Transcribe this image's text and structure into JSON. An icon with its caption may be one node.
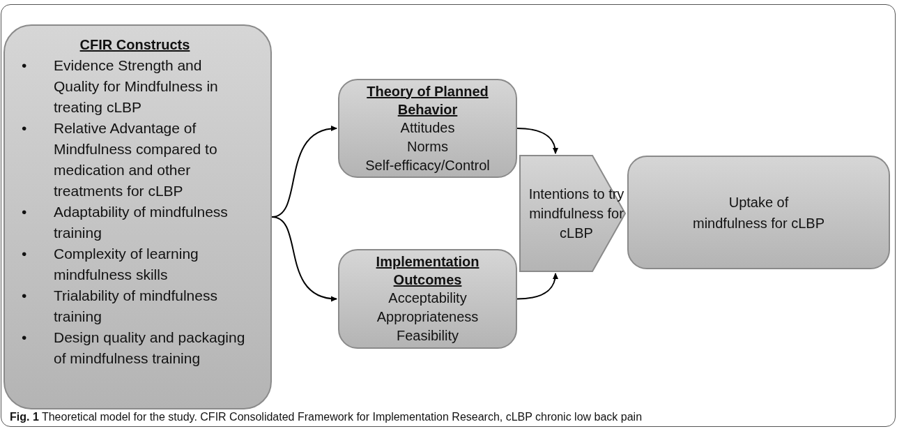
{
  "diagram": {
    "caption": "**Fig. 1** Theoretical model for the study. CFIR Consolidated Framework for Implementation Research, cLBP chronic low back pain",
    "nodes": [
      {
        "text": [
          "CFIR Constructs",
          "Evidence Strength and Quality for Mindfulness in treating cLBP",
          "Relative Advantage of Mindfulness compared to medication and other treatments for cLBP",
          "Adaptability of mindfulness training",
          "Complexity of learning mindfulness skills",
          "Trialability of mindfulness training",
          "Design quality and packaging of mindfulness training"
        ]
      },
      {
        "text": [
          "Theory of Planned Behavior",
          "Attitudes",
          "Norms",
          "Self-efficacy/Control"
        ]
      },
      {
        "text": [
          "Implementation Outcomes",
          "Acceptability",
          "Appropriateness",
          "Feasibility"
        ]
      },
      {
        "text": [
          "Intentions to try mindfulness for cLBP"
        ]
      },
      {
        "text": [
          "Uptake of mindfulness for cLBP"
        ]
      }
    ],
    "edges": [
      {
        "from": 0,
        "to": 1,
        "arrow": "to"
      },
      {
        "from": 0,
        "to": 2,
        "arrow": "to"
      },
      {
        "from": 1,
        "to": 3,
        "arrow": "to"
      },
      {
        "from": 2,
        "to": 3,
        "arrow": "to"
      }
    ],
    "labels": [
      "•",
      "•",
      "•",
      "•",
      "•",
      "•"
    ]
  }
}
